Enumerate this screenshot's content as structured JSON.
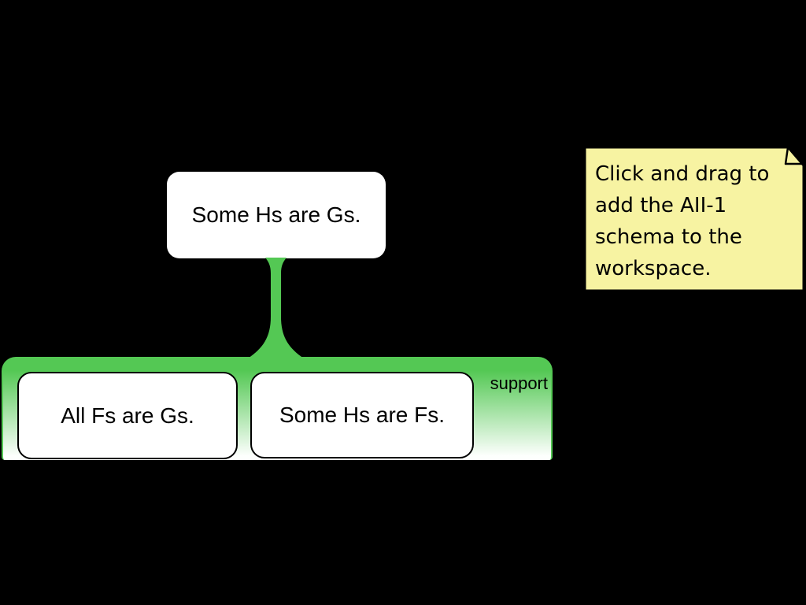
{
  "canvas": {
    "background_color": "#000000"
  },
  "colors": {
    "support_green": "#54c854",
    "note_yellow": "#f7f3a2",
    "node_fill": "#ffffff",
    "text": "#000000"
  },
  "diagram": {
    "schema_name": "AII-1",
    "conclusion": {
      "text": "Some Hs are Gs."
    },
    "support_label": "support",
    "premises": [
      {
        "text": "All Fs are Gs."
      },
      {
        "text": "Some Hs are Fs."
      }
    ]
  },
  "note": {
    "full_text": "Click and drag to add the AII-1 schema to the workspace.",
    "lines": [
      "Click and drag to",
      "add the AII-1",
      "schema to the",
      "workspace."
    ]
  }
}
